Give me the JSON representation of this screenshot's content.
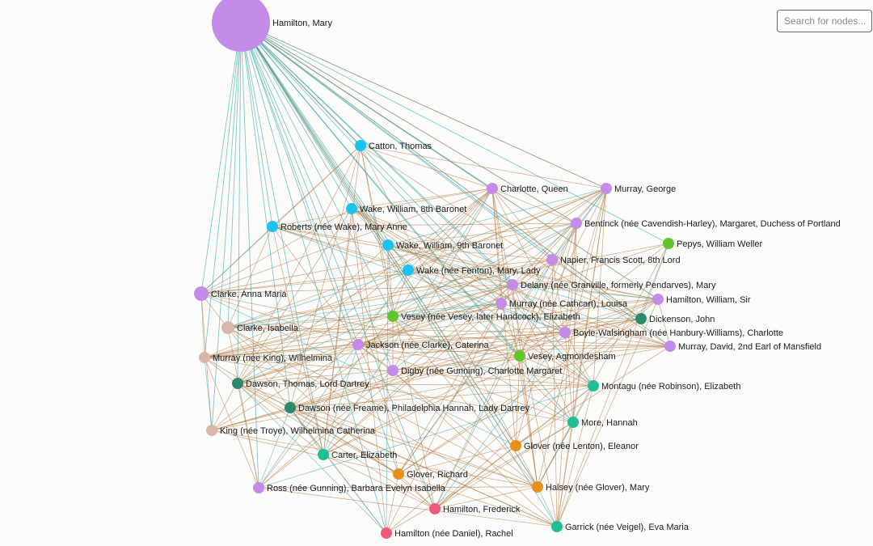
{
  "search": {
    "placeholder": "Search for nodes..."
  },
  "colors": {
    "purple": "#c48be8",
    "cyan": "#1cc3f0",
    "green": "#62c52c",
    "darkteal": "#2e8a6c",
    "teal": "#1fbf94",
    "pink": "#d7b7aa",
    "orange": "#e8901c",
    "red": "#ef5a7a",
    "edge_teal": "#1f9ea0",
    "edge_brown": "#b0743a"
  },
  "nodes": [
    {
      "id": "hamilton_mary",
      "label": "Hamilton, Mary",
      "color": "purple",
      "hub": true
    },
    {
      "id": "catton_thomas",
      "label": "Catton, Thomas",
      "color": "cyan"
    },
    {
      "id": "charlotte_queen",
      "label": "Charlotte, Queen",
      "color": "purple"
    },
    {
      "id": "murray_george",
      "label": "Murray, George",
      "color": "purple"
    },
    {
      "id": "wake_william_8",
      "label": "Wake, William, 8th Baronet",
      "color": "cyan"
    },
    {
      "id": "bentinck",
      "label": "Bentinck (née Cavendish-Harley), Margaret, Duchess of Portland",
      "color": "purple"
    },
    {
      "id": "roberts_mary_anne",
      "label": "Roberts (née Wake), Mary Anne",
      "color": "cyan"
    },
    {
      "id": "pepys",
      "label": "Pepys, William Weller",
      "color": "green"
    },
    {
      "id": "wake_william_9",
      "label": "Wake, William, 9th Baronet",
      "color": "cyan"
    },
    {
      "id": "napier",
      "label": "Napier, Francis Scott, 8th Lord",
      "color": "purple"
    },
    {
      "id": "wake_mary_lady",
      "label": "Wake (née Fenton), Mary, Lady",
      "color": "cyan"
    },
    {
      "id": "delany",
      "label": "Delany (née Granville, formerly Pendarves), Mary",
      "color": "purple"
    },
    {
      "id": "clarke_anna_maria",
      "label": "Clarke, Anna Maria",
      "color": "purple"
    },
    {
      "id": "hamilton_william",
      "label": "Hamilton, William, Sir",
      "color": "purple"
    },
    {
      "id": "murray_louisa",
      "label": "Murray (née Cathcart), Louisa",
      "color": "purple"
    },
    {
      "id": "vesey_elizabeth",
      "label": "Vesey (née Vesey, later Handcock), Elizabeth",
      "color": "green"
    },
    {
      "id": "dickenson",
      "label": "Dickenson, John",
      "color": "darkteal"
    },
    {
      "id": "clarke_isabella",
      "label": "Clarke, Isabella",
      "color": "pink"
    },
    {
      "id": "boyle",
      "label": "Boyle-Walsingham (née Hanbury-Williams), Charlotte",
      "color": "purple"
    },
    {
      "id": "murray_david",
      "label": "Murray, David, 2nd Earl of Mansfield",
      "color": "purple"
    },
    {
      "id": "jackson",
      "label": "Jackson (née Clarke), Caterina",
      "color": "purple"
    },
    {
      "id": "murray_wilhelmina",
      "label": "Murray (née King), Wilhelmina",
      "color": "pink"
    },
    {
      "id": "vesey_agmondesham",
      "label": "Vesey, Agmondesham",
      "color": "green"
    },
    {
      "id": "digby",
      "label": "Digby (née Gunning), Charlotte Margaret",
      "color": "purple"
    },
    {
      "id": "dawson_thomas",
      "label": "Dawson, Thomas, Lord Dartrey",
      "color": "darkteal"
    },
    {
      "id": "montagu",
      "label": "Montagu (née Robinson), Elizabeth",
      "color": "teal"
    },
    {
      "id": "dawson_philadelphia",
      "label": "Dawson (née Freame), Philadelphia Hannah, Lady Dartrey",
      "color": "darkteal"
    },
    {
      "id": "more_hannah",
      "label": "More, Hannah",
      "color": "teal"
    },
    {
      "id": "king_wilhelmina",
      "label": "King (née Troye), Wilhelmina Catherina",
      "color": "pink"
    },
    {
      "id": "glover_eleanor",
      "label": "Glover (née Lenton), Eleanor",
      "color": "orange"
    },
    {
      "id": "carter",
      "label": "Carter, Elizabeth",
      "color": "teal"
    },
    {
      "id": "glover_richard",
      "label": "Glover, Richard",
      "color": "orange"
    },
    {
      "id": "ross",
      "label": "Ross (née Gunning), Barbara Evelyn Isabella",
      "color": "purple"
    },
    {
      "id": "halsey",
      "label": "Halsey (née Glover), Mary",
      "color": "orange"
    },
    {
      "id": "hamilton_frederick",
      "label": "Hamilton, Frederick",
      "color": "red"
    },
    {
      "id": "garrick",
      "label": "Garrick (née Veigel), Eva Maria",
      "color": "teal"
    },
    {
      "id": "hamilton_rachel",
      "label": "Hamilton (née Daniel), Rachel",
      "color": "red"
    }
  ]
}
